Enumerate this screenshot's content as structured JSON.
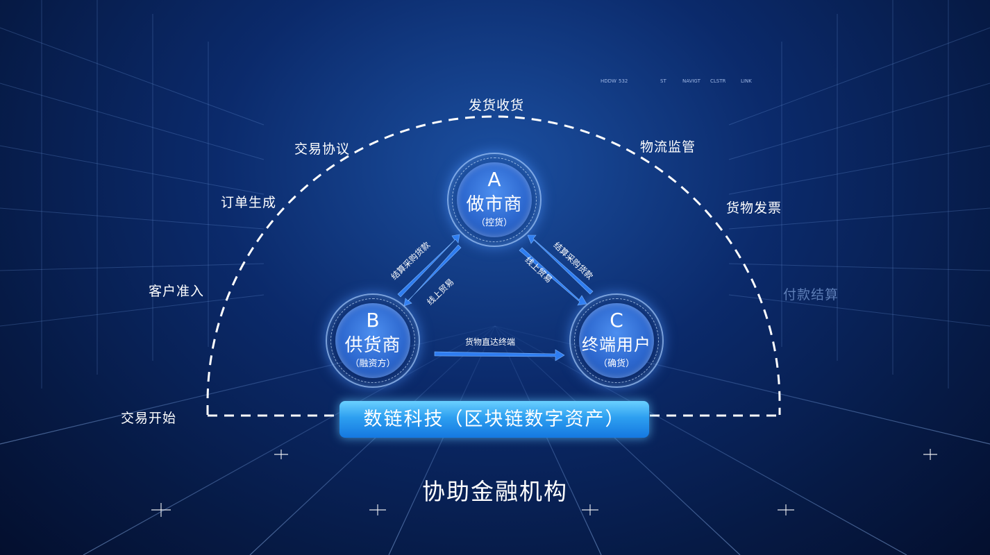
{
  "hud": [
    "HDDW",
    "532",
    "ST",
    "NAVIGT",
    "CLSTR",
    "LINK"
  ],
  "process_labels": {
    "top": "发货收货",
    "left_1": "交易协议",
    "left_2": "订单生成",
    "left_3": "客户准入",
    "left_4": "交易开始",
    "right_1": "物流监管",
    "right_2": "货物发票",
    "right_3": "付款结算"
  },
  "nodes": {
    "a": {
      "letter": "A",
      "name": "做市商",
      "sub": "（控货）"
    },
    "b": {
      "letter": "B",
      "name": "供货商",
      "sub": "（融资方）"
    },
    "c": {
      "letter": "C",
      "name": "终端用户",
      "sub": "（确货）"
    }
  },
  "edges": {
    "ab_outer": "结算采购货款",
    "ab_inner": "线上贸易",
    "ac_outer": "结算采购货款",
    "ac_inner": "线上贸易",
    "bc": "货物直达终端"
  },
  "banner": "数链科技（区块链数字资产）",
  "footer": "协助金融机构",
  "colors": {
    "background": "#061a45",
    "node": "#2d68cf",
    "banner": "#2d9ff0",
    "arrow": "#2f7df0",
    "dim_label": "#5d7db6"
  }
}
